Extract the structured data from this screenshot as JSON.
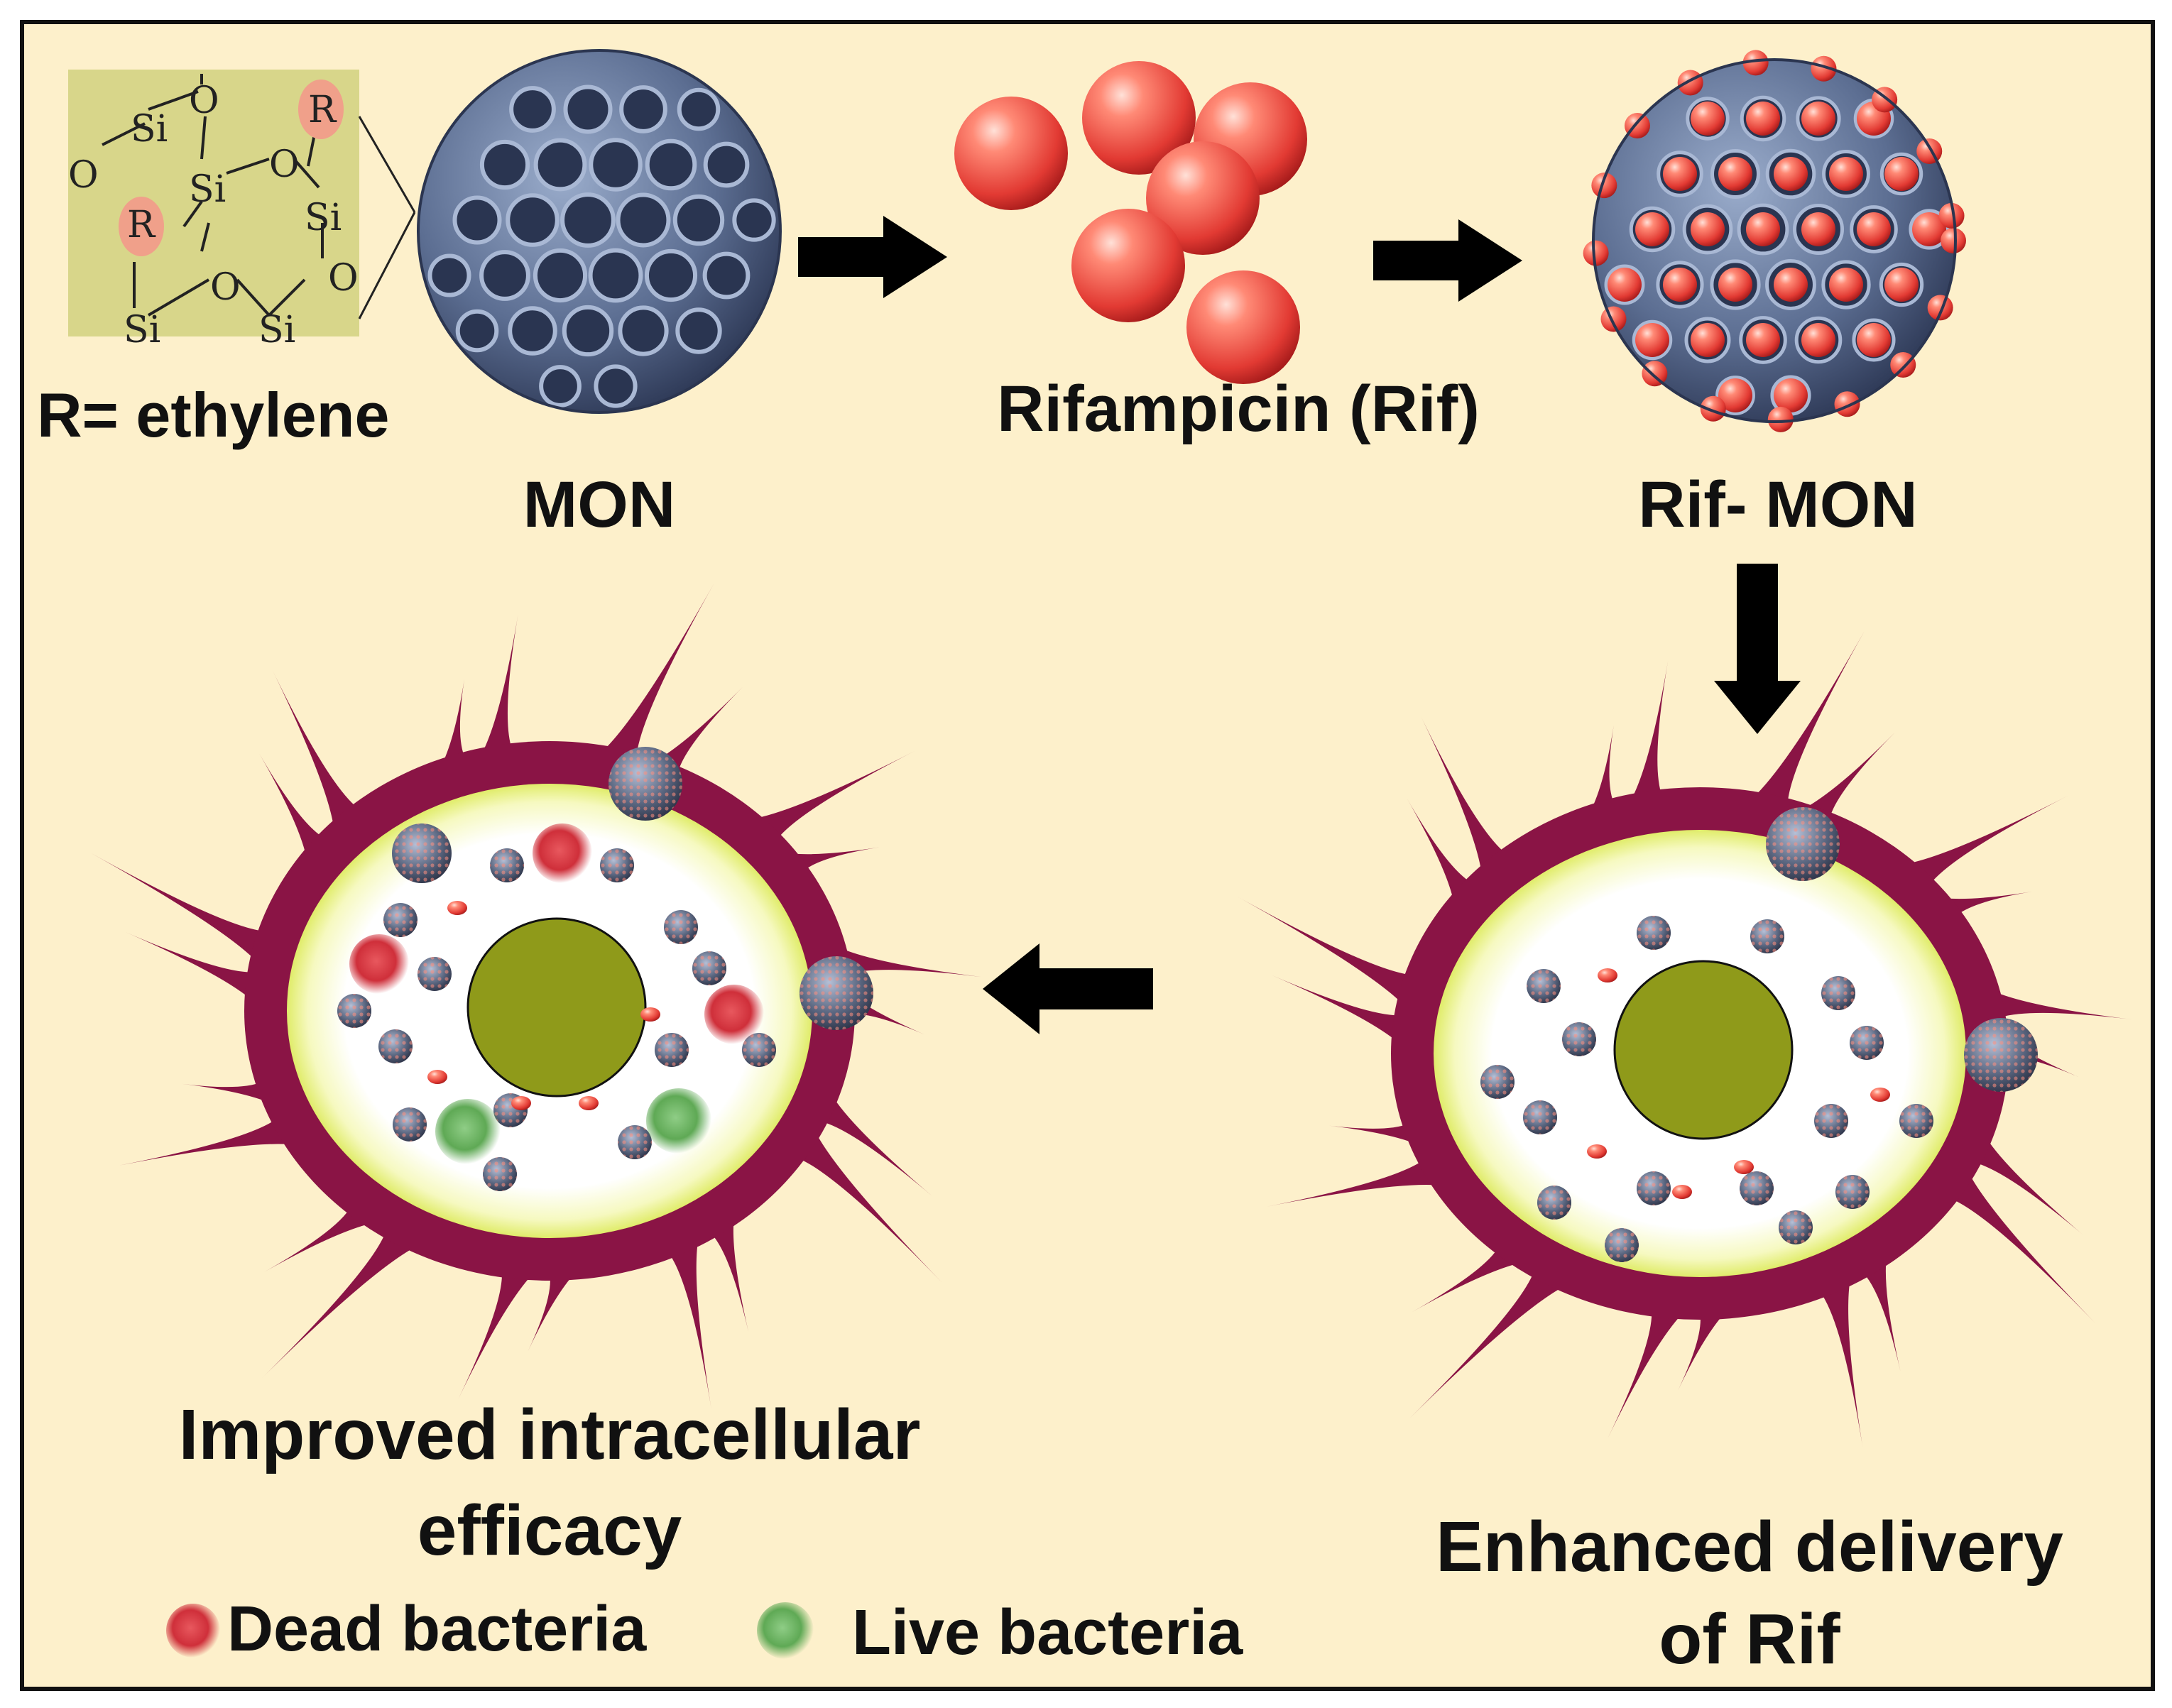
{
  "labels": {
    "r_group": "R= ethylene",
    "mon": "MON",
    "rifampicin": "Rifampicin (Rif)",
    "rif_mon": "Rif- MON",
    "enhanced_line1": "Enhanced delivery",
    "enhanced_line2": "of Rif",
    "improved_line1": "Improved intracellular",
    "improved_line2": "efficacy"
  },
  "structure": {
    "si": "Si",
    "o": "O",
    "r": "R"
  },
  "legend": {
    "dead": "Dead bacteria",
    "live": "Live bacteria"
  },
  "colors": {
    "background": "#fdf0cb",
    "structure_bg": "#d8d68a",
    "nanoparticle": "#5c6e92",
    "rifampicin": "#e8413b",
    "cell_membrane": "#8a1445",
    "cytoplasm": "#fffff0",
    "nucleus": "#8f9a1a",
    "dead_bacteria": "#d2333b",
    "live_bacteria": "#5faa55"
  }
}
